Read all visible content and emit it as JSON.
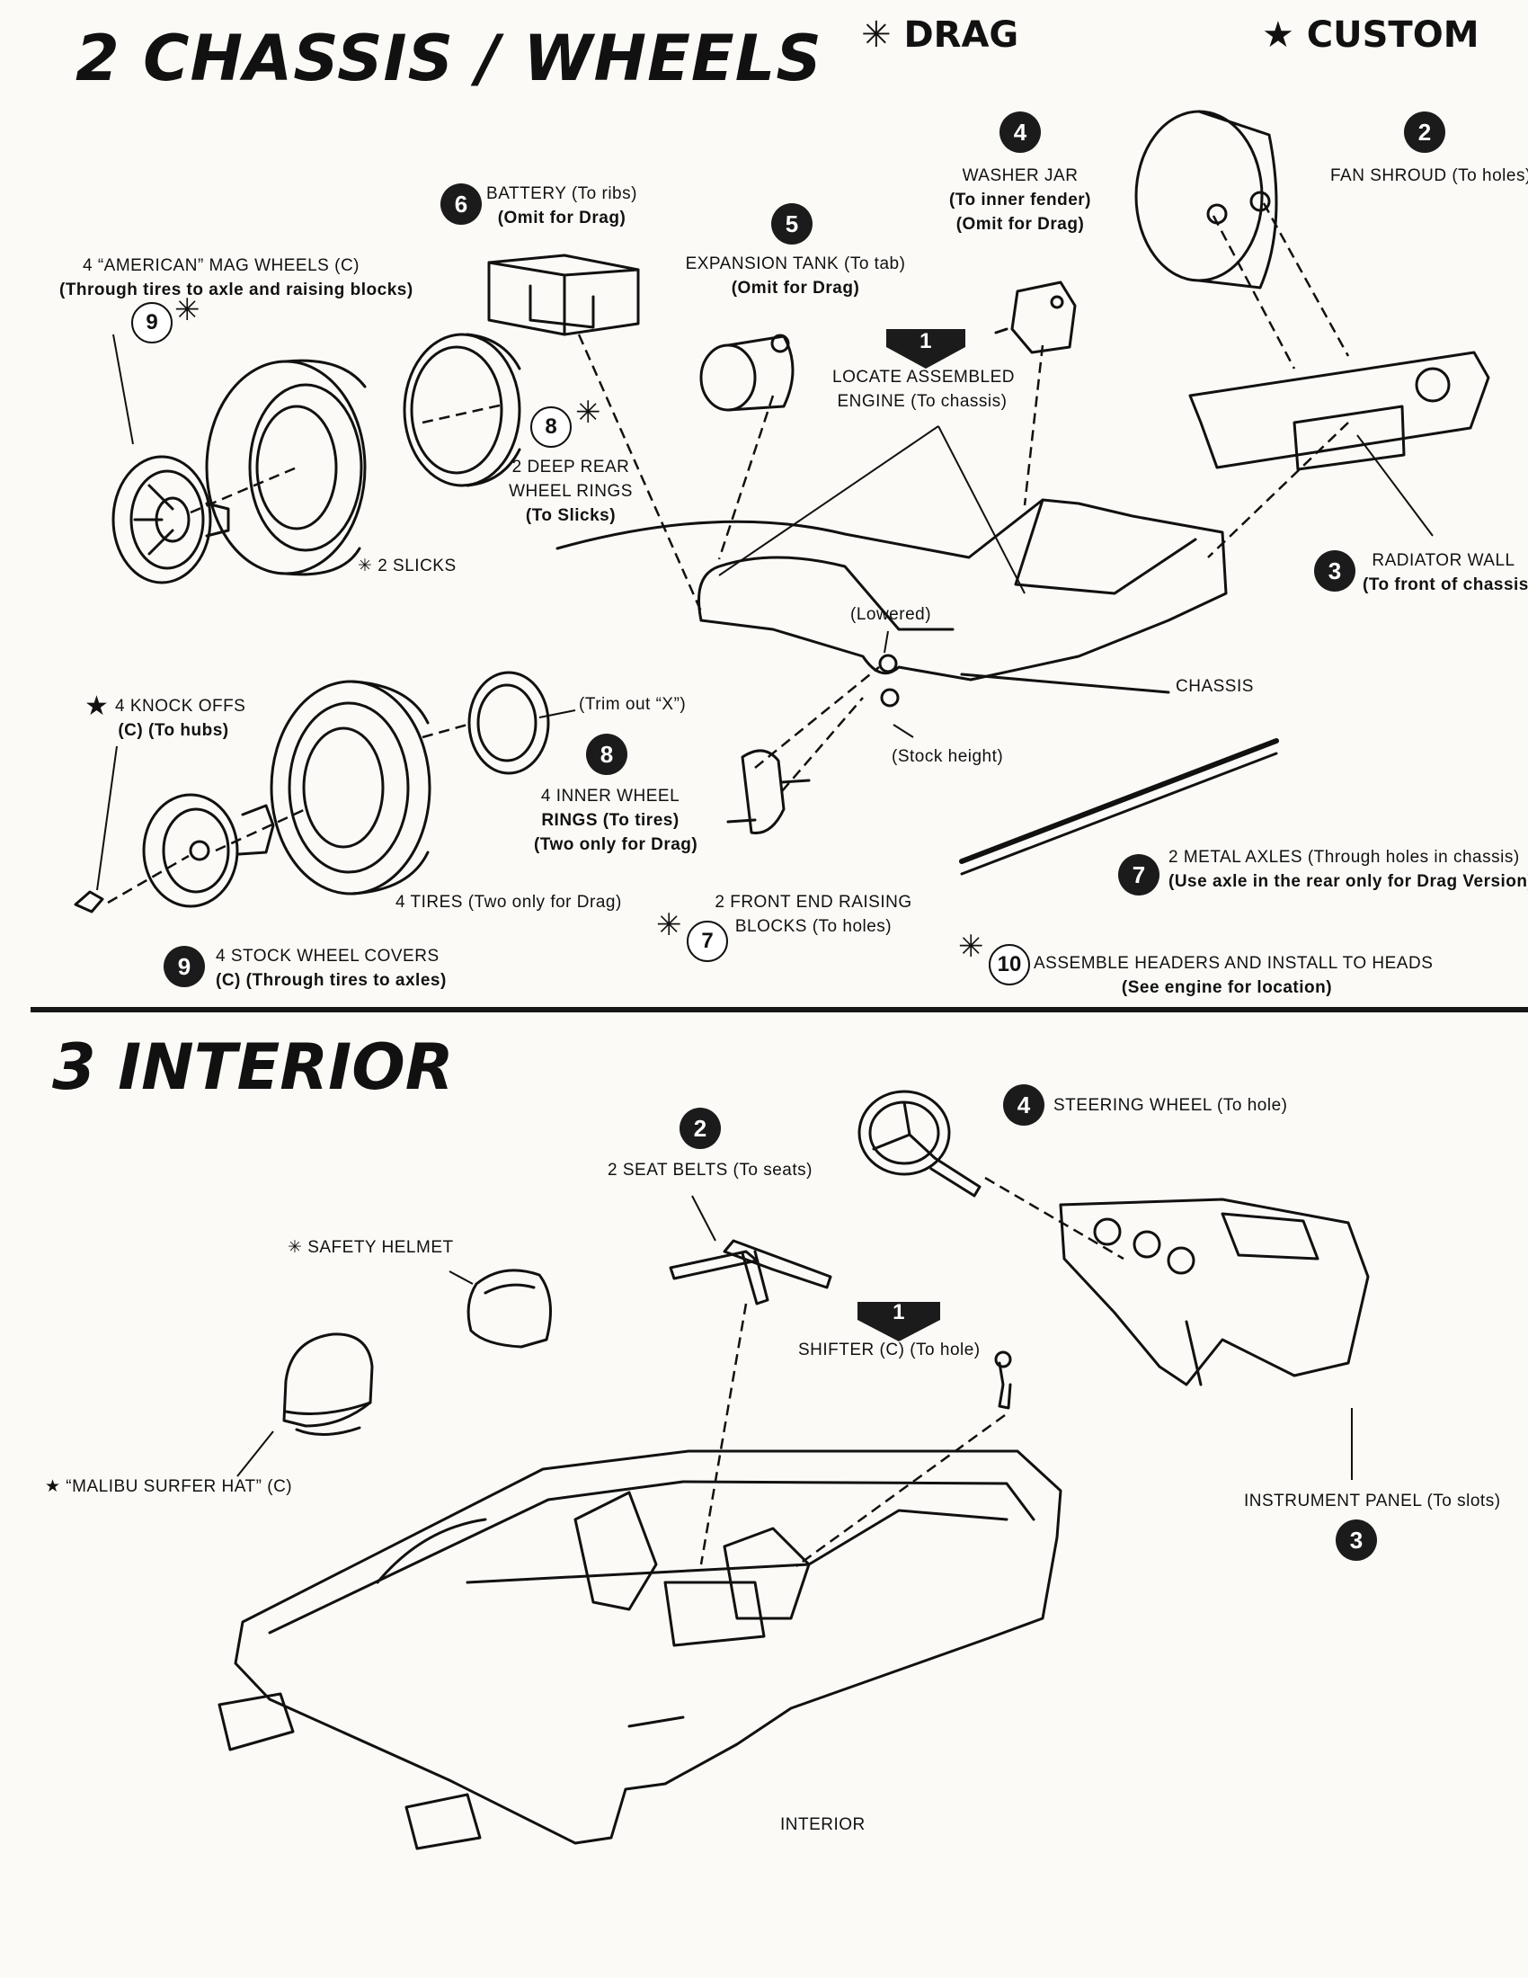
{
  "section2": {
    "title": "2 CHASSIS / WHEELS",
    "drag_legend": "✳ DRAG",
    "custom_legend": "★ CUSTOM"
  },
  "section3": {
    "title": "3 INTERIOR"
  },
  "labels": {
    "mag_wheels_1": "4 “AMERICAN” MAG WHEELS (C)",
    "mag_wheels_2": "(Through tires to axle and raising blocks)",
    "battery_1": "BATTERY (To ribs)",
    "battery_2": "(Omit for Drag)",
    "expansion_1": "EXPANSION TANK (To tab)",
    "expansion_2": "(Omit for Drag)",
    "washer_1": "WASHER JAR",
    "washer_2": "(To inner fender)",
    "washer_3": "(Omit for Drag)",
    "fan_1": "FAN SHROUD (To holes)",
    "locate_1": "LOCATE ASSEMBLED",
    "locate_2": "ENGINE (To chassis)",
    "deep_rear_1": "2 DEEP REAR",
    "deep_rear_2": "WHEEL RINGS",
    "deep_rear_3": "(To Slicks)",
    "slicks": "✳ 2 SLICKS",
    "radiator_1": "RADIATOR WALL",
    "radiator_2": "(To front of chassis)",
    "lowered": "(Lowered)",
    "stock_height": "(Stock height)",
    "chassis": "CHASSIS",
    "knock_1": "4 KNOCK OFFS",
    "knock_2": "(C) (To hubs)",
    "trim": "(Trim out “X”)",
    "inner_1": "4 INNER WHEEL",
    "inner_2": "RINGS (To tires)",
    "inner_3": "(Two only for Drag)",
    "axles_1": "2 METAL AXLES (Through holes in chassis)",
    "axles_2": "(Use axle in the rear only for Drag Version)",
    "tires": "4 TIRES (Two only for Drag)",
    "front_end_1": "2 FRONT END RAISING",
    "front_end_2": "BLOCKS (To holes)",
    "stock_covers_1": "4 STOCK WHEEL COVERS",
    "stock_covers_2": "(C) (Through tires to axles)",
    "headers_1": "ASSEMBLE HEADERS AND INSTALL TO HEADS",
    "headers_2": "(See engine for location)",
    "steering": "STEERING WHEEL (To hole)",
    "seat_belts": "2 SEAT BELTS (To seats)",
    "helmet": "✳ SAFETY HELMET",
    "shifter": "SHIFTER (C) (To hole)",
    "surfer_hat": "★ “MALIBU SURFER HAT” (C)",
    "instrument": "INSTRUMENT PANEL (To slots)",
    "interior": "INTERIOR"
  },
  "steps": {
    "s6": "6",
    "s5": "5",
    "s4": "4",
    "s2": "2",
    "s1": "1",
    "s9o": "9",
    "s8o": "8",
    "s3": "3",
    "s8": "8",
    "s7": "7",
    "s7o": "7",
    "s9": "9",
    "s10o": "10",
    "i2": "2",
    "i4": "4",
    "i1": "1",
    "i3": "3"
  },
  "marks": {
    "asterisk": "✳",
    "star": "★"
  }
}
